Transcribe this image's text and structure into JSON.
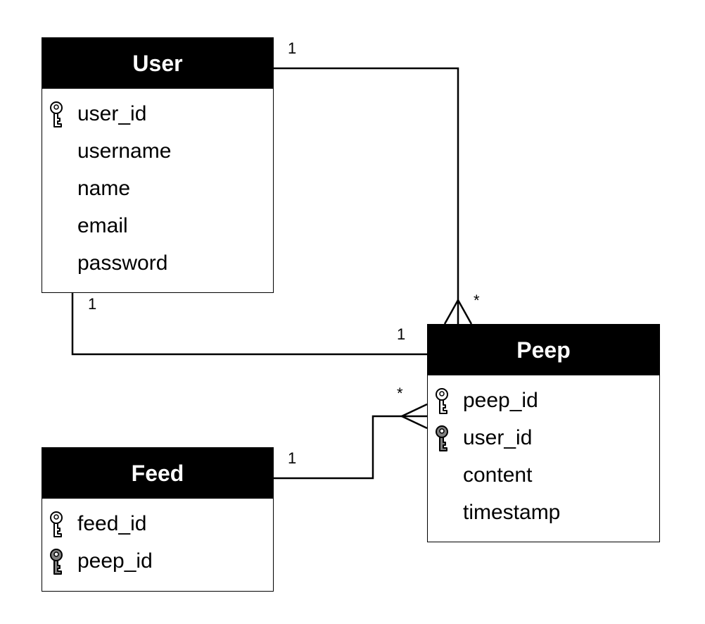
{
  "entities": {
    "user": {
      "title": "User",
      "fields": [
        {
          "name": "user_id",
          "key": "primary"
        },
        {
          "name": "username",
          "key": "none"
        },
        {
          "name": "name",
          "key": "none"
        },
        {
          "name": "email",
          "key": "none"
        },
        {
          "name": "password",
          "key": "none"
        }
      ]
    },
    "peep": {
      "title": "Peep",
      "fields": [
        {
          "name": "peep_id",
          "key": "primary"
        },
        {
          "name": "user_id",
          "key": "foreign"
        },
        {
          "name": "content",
          "key": "none"
        },
        {
          "name": "timestamp",
          "key": "none"
        }
      ]
    },
    "feed": {
      "title": "Feed",
      "fields": [
        {
          "name": "feed_id",
          "key": "primary"
        },
        {
          "name": "peep_id",
          "key": "foreign"
        }
      ]
    }
  },
  "relationships": [
    {
      "from": "User",
      "to": "Peep",
      "from_cardinality": "1",
      "to_cardinality": "*",
      "end": "crow-foot"
    },
    {
      "from": "User",
      "to": "Peep",
      "from_cardinality": "1",
      "to_cardinality": "1",
      "end": "plain"
    },
    {
      "from": "Feed",
      "to": "Peep",
      "from_cardinality": "1",
      "to_cardinality": "*",
      "end": "crow-foot"
    }
  ],
  "colors": {
    "header_bg": "#000000",
    "header_text": "#ffffff",
    "border": "#000000",
    "primary_key_fill": "#ffffff",
    "foreign_key_fill": "#808080"
  }
}
